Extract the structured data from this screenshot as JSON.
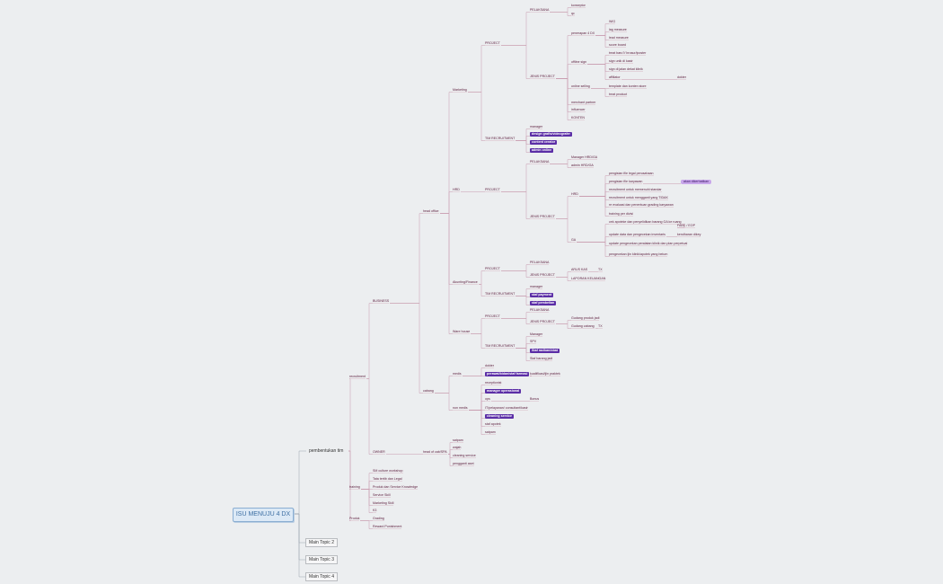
{
  "root": {
    "label": "ISU MENUJU 4 DX"
  },
  "main_topics": [
    {
      "label": "pembentukan tim"
    },
    {
      "label": "Main Topic 2"
    },
    {
      "label": "Main Topic 3"
    },
    {
      "label": "Main Topic 4"
    }
  ],
  "nodes": {
    "recruitment": "recruitment",
    "training": "training",
    "produk": "Produk",
    "business": "BUSINESS",
    "owner": "OWNER",
    "head_office": "head office",
    "cabang": "cabang",
    "head_cabpa": "head of cab/SPA",
    "marketing": "Marketing",
    "hrd": "HRD",
    "accounting": "Akunting/Finance",
    "warehouse": "Ware house",
    "medis": "medis",
    "non_medis": "non medis",
    "project_mkt": "PROJECT",
    "tim_rec_mkt": "TIM RECRUITMENT",
    "pelaksana_mkt": "PELAKSANA",
    "konseptor": "konseptor",
    "qc": "qc",
    "jenis_mkt": "JENIS PROJECT",
    "penerapan_4dx": "penerapan 4 DX",
    "wig": "WIG",
    "lag_measure": "lag measure",
    "lead_measure": "lead measure",
    "score_board": "score board",
    "treat_baru": "treat baru?/ brosur/iposter",
    "offline_sign": "offline sign",
    "sign_unik": "sign unik di kasir",
    "sign_jalan": "sign di jalan dekat klinik",
    "affiliator": "affiliator",
    "dokter": "dokter",
    "online_selling": "online selling",
    "template_konten": "template dan konten store",
    "treat_product": "treat product",
    "merchant_partner": "merchant partner",
    "influencer": "influencer",
    "konten": "KONTEN",
    "manager_mkt": "manager",
    "design_grafis": "design grafis/videografer",
    "content_creator": "content creator",
    "admin_online": "admin online",
    "pelaksana_hrd": "PELAKSANA",
    "manager_hrd": "Manager HRD/GA",
    "admin_hrd": "admin HRD/GA",
    "project_hrd": "PROJECT",
    "jenis_hrd": "JENIS PROJECT",
    "hrd_sub": "HRD",
    "ga_sub": "GA",
    "pengisian_legal": "pengisian file legal perusahaan",
    "pengisian_karyawan": "pengisian file karyawan",
    "note_karyawan": "akan dikerhatikan",
    "rec_memenuhi": "recruitment untuk memenuhi standar",
    "rec_mengganti": "recruitment untuk mengganti yang TIDAK",
    "re_evaluasi": "re evaluasi dan penentuan grading karyawan",
    "training_kesi": "training per divisi",
    "cek_apotek": "cek apoteke dan penyelidikan barang GA ke ruang",
    "fabc": "FABC / EOP",
    "update_data": "update data dan pengecekan inventaris",
    "kendharan": "kendharan dikey",
    "update_aset": "update pengecekan peralatan klinik dan plan perpetual",
    "pengecekan_lain": "pengecekan ijin klinik/apotek yang belum",
    "project_acc": "PROJECT",
    "pelaksana_acc": "PELAKSANA",
    "jenis_acc": "JENIS PROJECT",
    "arus_kas": "ARUS KAS",
    "tx_acc": "TX",
    "laporan_keuangan": "LAPORAN KEUANGAN",
    "tim_rec_acc": "TIM RECRUITMENT",
    "manager_acc": "manager",
    "staf_payment": "staf payment",
    "staf_pembelian": "staf pembelian",
    "project_wh": "PROJECT",
    "pelaksana_wh": "PELAKSANA",
    "jenis_wh": "JENIS PROJECT",
    "gudang_produk": "Gudang produk jadi",
    "gudang_cabang": "Gudang cabang",
    "tx_wh": "TX",
    "tim_rec_wh": "TIM RECRUITMENT",
    "manager_wh": "Manager",
    "spv": "SPV",
    "staf_racikan": "Staf racikan/obat",
    "staf_barang": "Staf barang jadi",
    "dokter_medis": "dokter",
    "perawat": "perawat/bidan/staf farmasi",
    "kualifikasi": "kualifikasi/ijin praktek",
    "receptionist": "receptionist",
    "manager_ops": "manager operasional",
    "ops": "ops",
    "bonus": "Bonus",
    "it": "IT/pelayanan/ consultant/kasir",
    "cleaning_service": "cleaning service",
    "staf_apotek": "staf apotek",
    "satpam": "satpam",
    "satpam_owner": "satpam",
    "wajah": "wajah",
    "cleaning_owner": "cleaning service",
    "pengganti_aset": "pengganti aset",
    "sm_culture": "SM culture workshop",
    "tata_tertib": "Tata tertib dan Legal",
    "produk_service": "Produk dan Service Knowledge",
    "service_skill": "Service Skill",
    "marketing_skill": "Marketing Skill",
    "k3": "K3",
    "grading": "Grading",
    "reward": "Reward Punishment"
  }
}
